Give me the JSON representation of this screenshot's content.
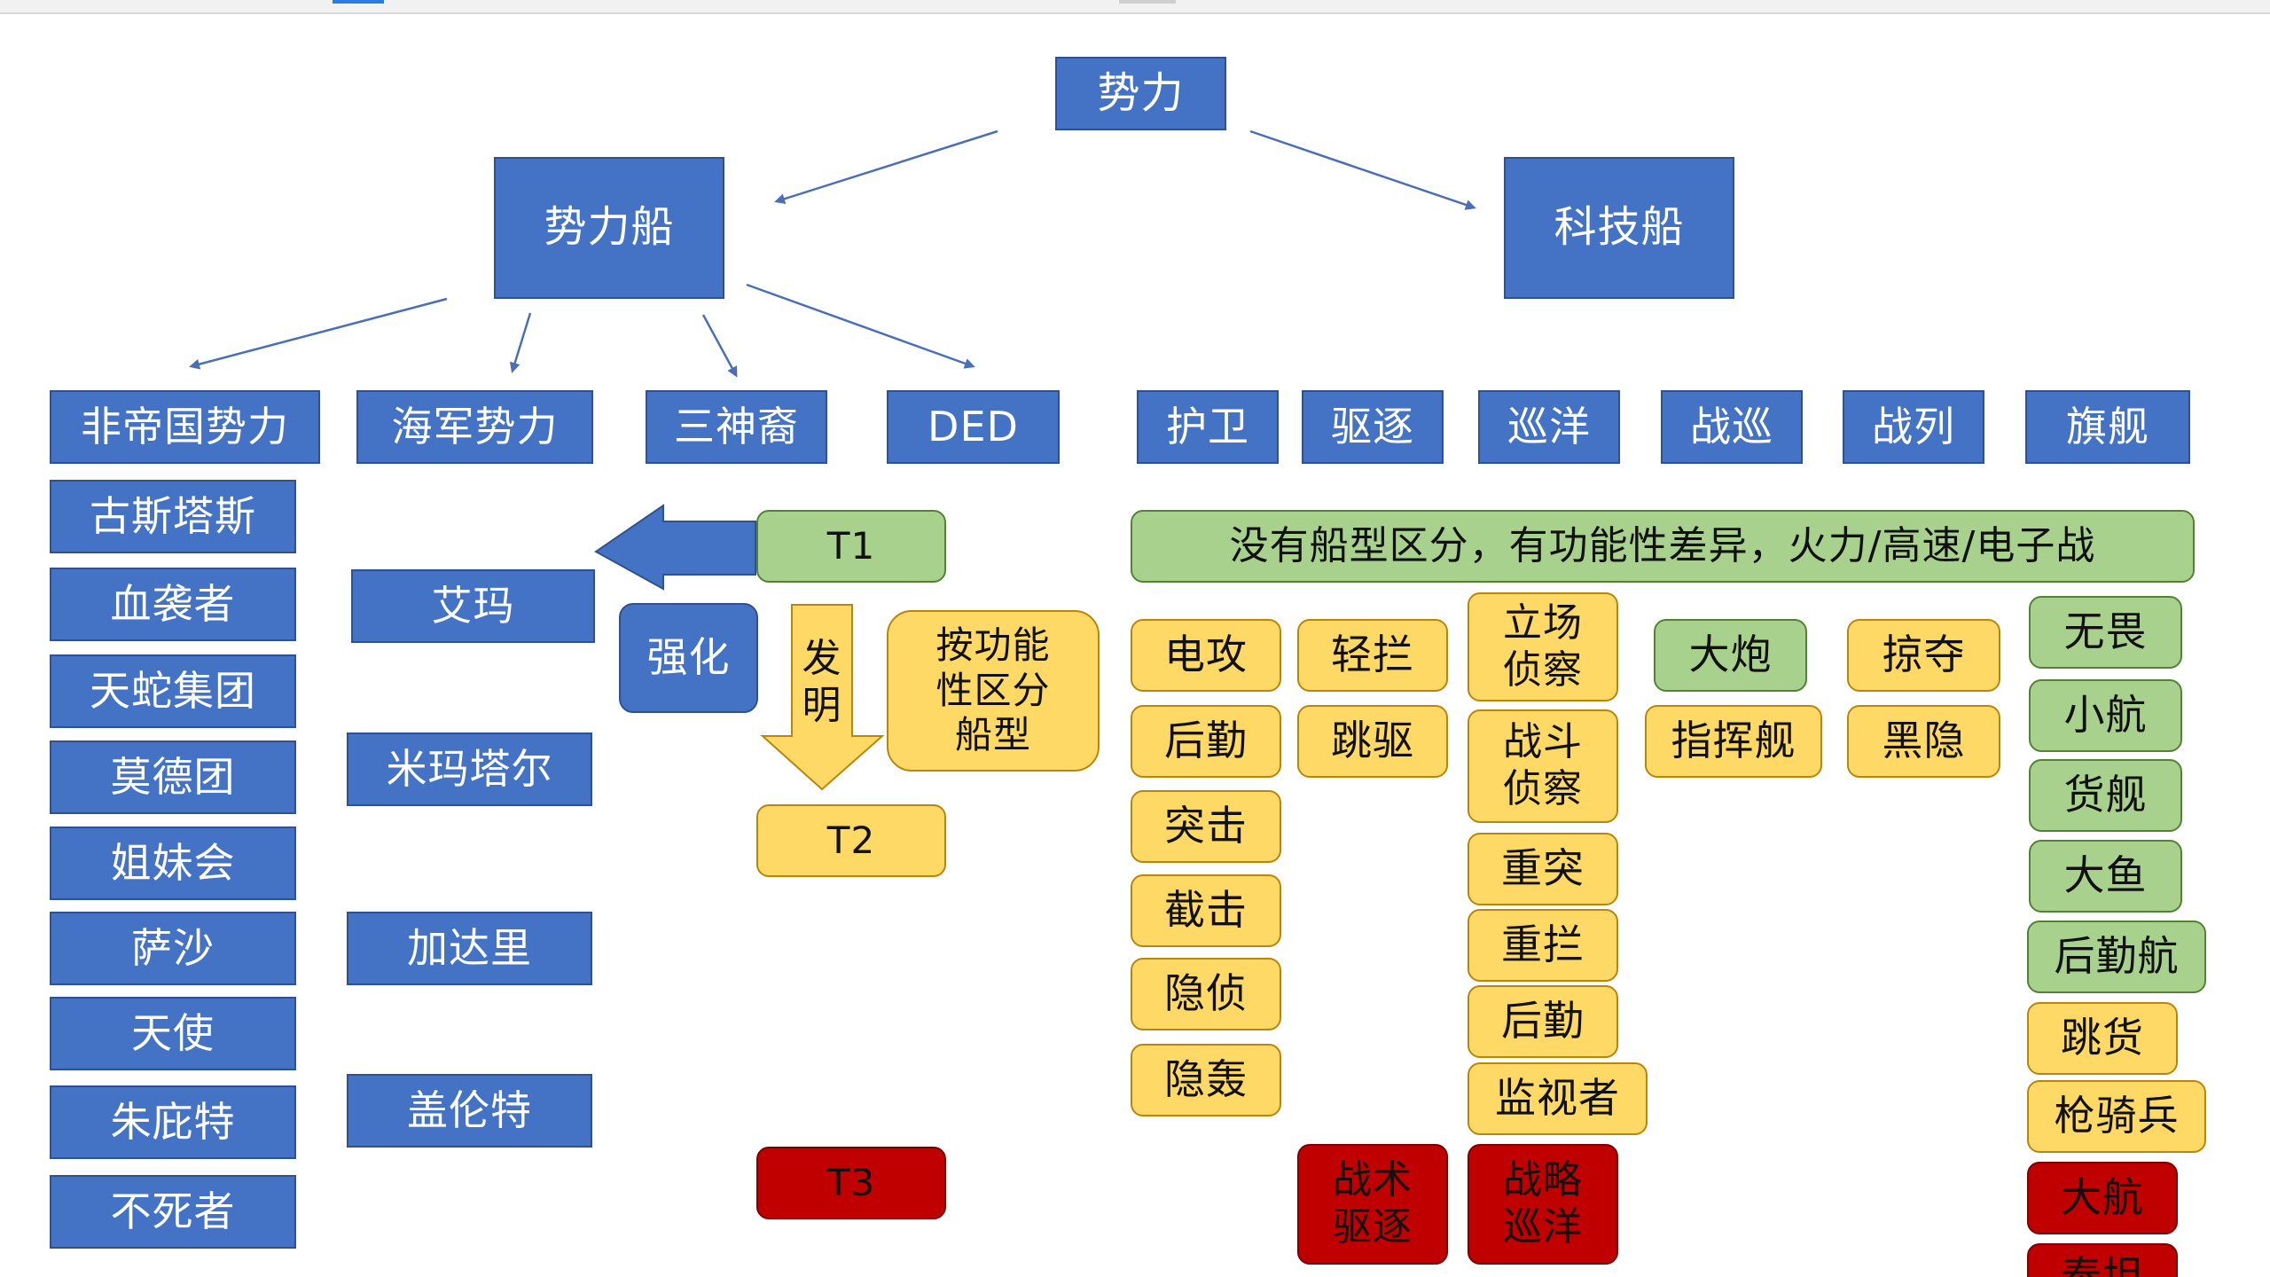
{
  "colors": {
    "blue": "#4472c4",
    "green": "#a9d18e",
    "yellow": "#ffd966",
    "red": "#c00000",
    "arrow": "#4a6fb5"
  },
  "root": {
    "label": "势力"
  },
  "faction_ship": {
    "label": "势力船"
  },
  "tech_ship": {
    "label": "科技船"
  },
  "factions": [
    "非帝国势力",
    "海军势力",
    "三神裔",
    "DED"
  ],
  "ship_classes": [
    "护卫",
    "驱逐",
    "巡洋",
    "战巡",
    "战列",
    "旗舰"
  ],
  "non_empire": [
    "古斯塔斯",
    "血袭者",
    "天蛇集团",
    "莫德团",
    "姐妹会",
    "萨沙",
    "天使",
    "朱庇特",
    "不死者"
  ],
  "navy": [
    "艾玛",
    "米玛塔尔",
    "加达里",
    "盖伦特"
  ],
  "tiers": {
    "t1": "T1",
    "t2": "T2",
    "t3": "T3",
    "enhance": "强化",
    "invent": "发\n明",
    "by_function": "按功能\n性区分\n船型"
  },
  "t1_note": "没有船型区分，有功能性差异，火力/高速/电子战",
  "frigate": [
    "电攻",
    "后勤",
    "突击",
    "截击",
    "隐侦",
    "隐轰"
  ],
  "destroyer": [
    "轻拦",
    "跳驱"
  ],
  "destroyer_t3": "战术\n驱逐",
  "cruiser": [
    "立场\n侦察",
    "战斗\n侦察",
    "重突",
    "重拦",
    "后勤",
    "监视者"
  ],
  "cruiser_t3": "战略\n巡洋",
  "battlecruiser": [
    "大炮",
    "指挥舰"
  ],
  "battleship": [
    "掠夺",
    "黑隐"
  ],
  "capital_green": [
    "无畏",
    "小航",
    "货舰",
    "大鱼",
    "后勤航"
  ],
  "capital_yellow": [
    "跳货",
    "枪骑兵"
  ],
  "capital_red": [
    "大航",
    "泰坦"
  ]
}
